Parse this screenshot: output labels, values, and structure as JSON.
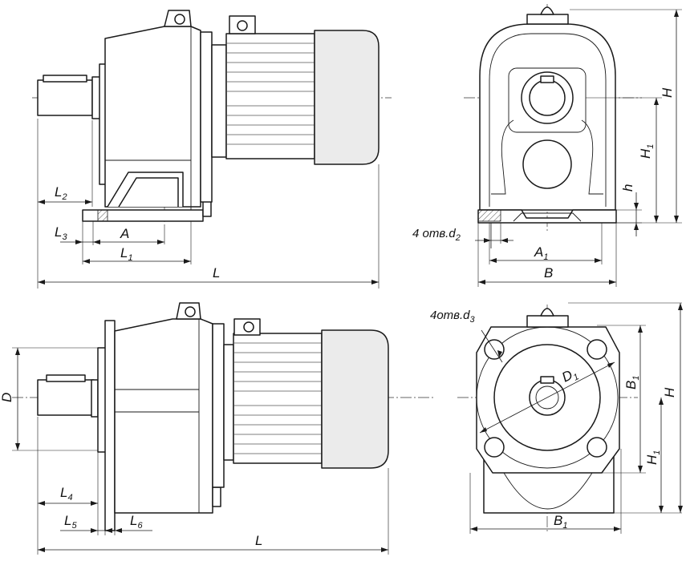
{
  "labels": {
    "L": "L",
    "L1": "L",
    "L1_sub": "1",
    "L2": "L",
    "L2_sub": "2",
    "L3": "L",
    "L3_sub": "3",
    "L4": "L",
    "L4_sub": "4",
    "L5": "L",
    "L5_sub": "5",
    "L6": "L",
    "L6_sub": "6",
    "A": "A",
    "A1": "A",
    "A1_sub": "1",
    "B": "B",
    "B1": "B",
    "B1_sub": "1",
    "H": "H",
    "H1": "H",
    "H1_sub": "1",
    "h": "h",
    "D": "D",
    "D1": "D",
    "D1_sub": "1",
    "holes_d2": "4 отв.d",
    "holes_d2_sub": "2",
    "holes_d3": "4отв.d",
    "holes_d3_sub": "3"
  }
}
